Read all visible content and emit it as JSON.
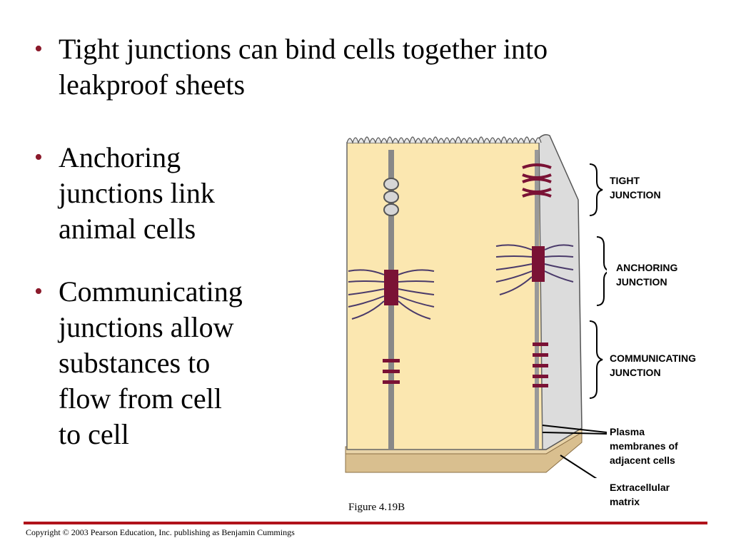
{
  "bullets": [
    {
      "lines": [
        "Tight junctions can bind cells together into",
        "leakproof sheets"
      ]
    },
    {
      "lines": [
        "Anchoring",
        "junctions link",
        "animal cells"
      ]
    },
    {
      "lines": [
        "Communicating",
        "junctions allow",
        "substances to",
        "flow from cell",
        "to cell"
      ]
    }
  ],
  "bullet_symbol": "•",
  "figure": {
    "labels": {
      "tight": [
        "TIGHT",
        "JUNCTION"
      ],
      "anchoring": [
        "ANCHORING",
        "JUNCTION"
      ],
      "communicating": [
        "COMMUNICATING",
        "JUNCTION"
      ],
      "plasma": [
        "Plasma",
        "membranes of",
        "adjacent cells"
      ],
      "ecm": [
        "Extracellular",
        "matrix"
      ]
    },
    "caption": "Figure 4.19B",
    "colors": {
      "cytoplasm": "#fbe7b0",
      "membrane": "#bdbdbd",
      "junction": "#7a1235",
      "filament": "#4a3a6a",
      "matrix": "#d9bf8f"
    }
  },
  "footer": {
    "copyright": "Copyright © 2003 Pearson Education, Inc. publishing as Benjamin Cummings",
    "rule_color": "#b0121b"
  }
}
